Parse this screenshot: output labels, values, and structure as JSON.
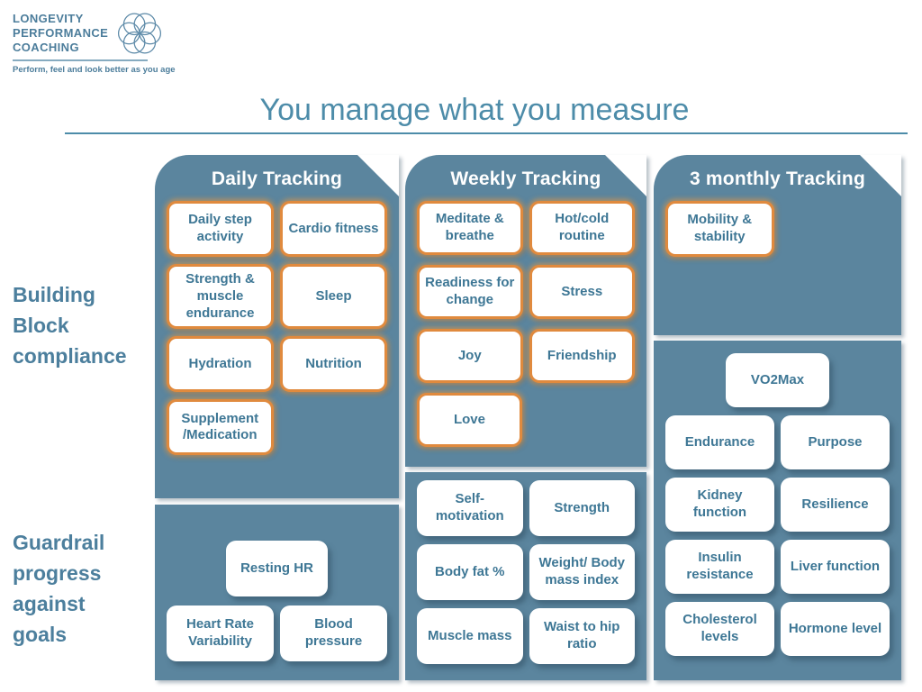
{
  "brand": {
    "name_lines": [
      "LONGEVITY",
      "PERFORMANCE",
      "COACHING"
    ],
    "tagline": "Perform, feel and look better as you age",
    "logo_icon": "flower-rosette-icon"
  },
  "title": "You manage what you measure",
  "row_labels": {
    "building_block": "Building Block compliance",
    "guardrail": "Guardrail progress against goals"
  },
  "colors": {
    "panel_teal": "#5b859e",
    "accent_orange": "#e08a3e",
    "chip_text": "#3e7795",
    "title_text": "#4d8ca9",
    "header_text": "#ffffff"
  },
  "columns": [
    {
      "header": "Daily Tracking",
      "compliance": [
        [
          "Daily step activity",
          "Cardio fitness"
        ],
        [
          "Strength & muscle endurance",
          "Sleep"
        ],
        [
          "Hydration",
          "Nutrition"
        ],
        [
          "Supplement /Medication"
        ]
      ],
      "guardrail": [
        [
          "Resting HR"
        ],
        [
          "Heart Rate Variability",
          "Blood pressure"
        ]
      ]
    },
    {
      "header": "Weekly Tracking",
      "compliance": [
        [
          "Meditate & breathe",
          "Hot/cold routine"
        ],
        [
          "Readiness for change",
          "Stress"
        ],
        [
          "Joy",
          "Friendship"
        ],
        [
          "Love"
        ]
      ],
      "guardrail": [
        [
          "Self-motivation",
          "Strength"
        ],
        [
          "Body fat %",
          "Weight/ Body mass index"
        ],
        [
          "Muscle mass",
          "Waist to hip ratio"
        ]
      ]
    },
    {
      "header": "3 monthly Tracking",
      "compliance": [
        [
          "Mobility & stability"
        ]
      ],
      "guardrail": [
        [
          "VO2Max"
        ],
        [
          "Endurance",
          "Purpose"
        ],
        [
          "Kidney function",
          "Resilience"
        ],
        [
          "Insulin resistance",
          "Liver function"
        ],
        [
          "Cholesterol levels",
          "Hormone level"
        ]
      ]
    }
  ]
}
